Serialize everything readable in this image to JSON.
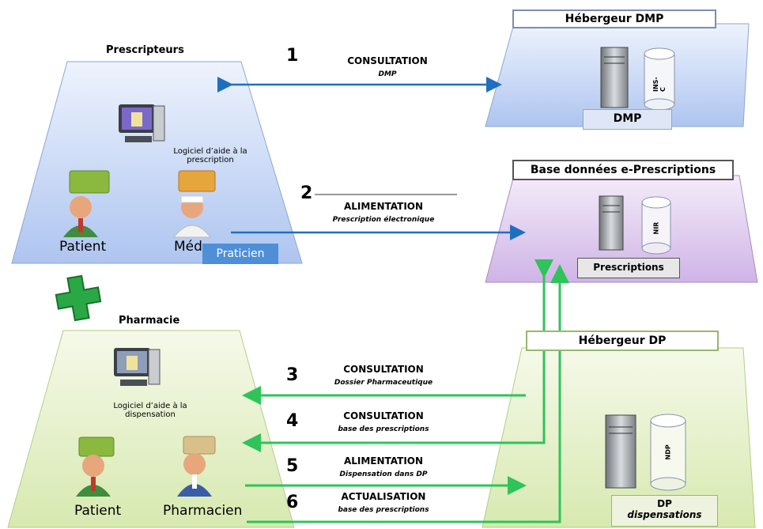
{
  "prescripteurs": {
    "title": "Prescripteurs",
    "software_label": "Logiciel d’aide à la prescription",
    "patient_label": "Patient",
    "medecin_label": "Méd",
    "praticien_label": "Praticien"
  },
  "pharmacie": {
    "title": "Pharmacie",
    "software_label": "Logiciel d’aide à la dispensation",
    "patient_label": "Patient",
    "pharmacien_label": "Pharmacien"
  },
  "hebergeur_dmp": {
    "title": "Hébergeur DMP",
    "db_label": "INS-C",
    "footer": "DMP"
  },
  "base_eprescriptions": {
    "title": "Base données e-Prescriptions",
    "db_label": "NIR",
    "footer": "Prescriptions"
  },
  "hebergeur_dp": {
    "title": "Hébergeur DP",
    "db_label": "NDP",
    "footer": "DP",
    "footer_sub": "dispensations"
  },
  "flows": [
    {
      "num": "1",
      "title": "CONSULTATION",
      "sub": "DMP"
    },
    {
      "num": "2",
      "title": "ALIMENTATION",
      "sub": "Prescription électronique"
    },
    {
      "num": "3",
      "title": "CONSULTATION",
      "sub": "Dossier Pharmaceutique"
    },
    {
      "num": "4",
      "title": "CONSULTATION",
      "sub": "base des prescriptions"
    },
    {
      "num": "5",
      "title": "ALIMENTATION",
      "sub": "Dispensation dans DP"
    },
    {
      "num": "6",
      "title": "ACTUALISATION",
      "sub": "base des prescriptions"
    }
  ],
  "colors": {
    "blue_zone": "#bcd0f3",
    "purple_zone": "#dbc6ec",
    "green_zone": "#e2efc4",
    "blue_arrow": "#1f6fc0",
    "green_arrow": "#2ec45a"
  }
}
